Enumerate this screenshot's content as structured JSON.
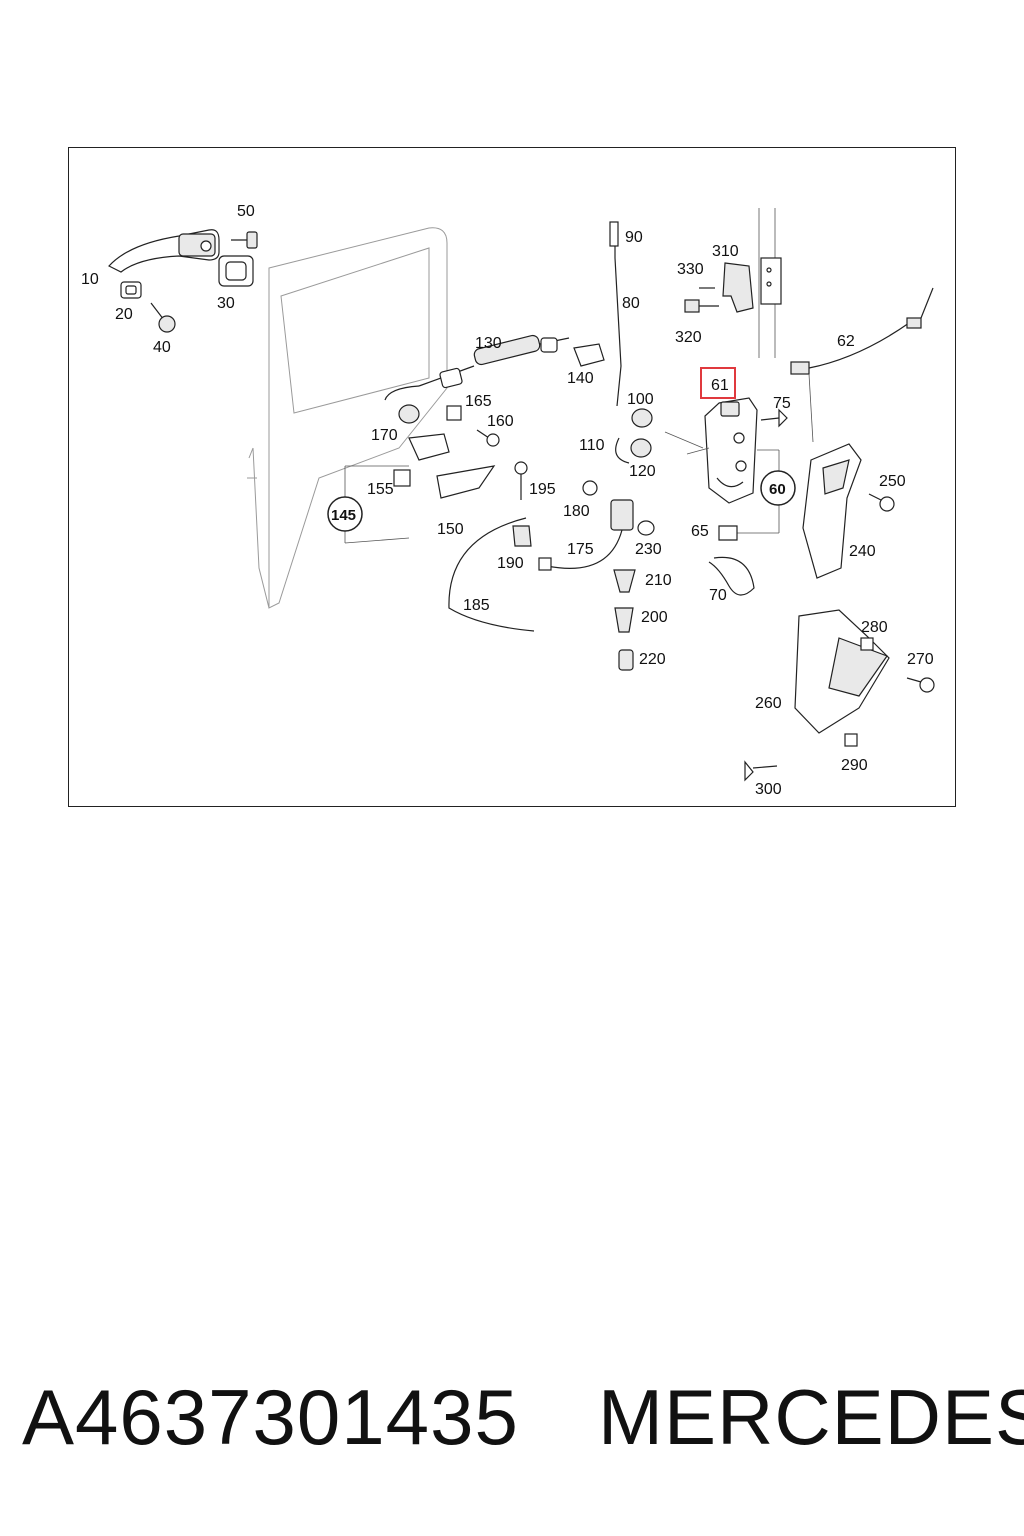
{
  "diagram": {
    "callouts": [
      "10",
      "20",
      "30",
      "40",
      "50",
      "60",
      "61",
      "62",
      "65",
      "70",
      "75",
      "80",
      "90",
      "100",
      "110",
      "120",
      "130",
      "140",
      "145",
      "150",
      "155",
      "160",
      "165",
      "170",
      "175",
      "180",
      "185",
      "190",
      "195",
      "200",
      "210",
      "220",
      "230",
      "240",
      "250",
      "260",
      "270",
      "280",
      "290",
      "300",
      "310",
      "320",
      "330"
    ],
    "highlight": {
      "label": "61",
      "color": "#e0393e"
    }
  },
  "caption": {
    "part_number": "A4637301435",
    "brand": "MERCEDES"
  }
}
